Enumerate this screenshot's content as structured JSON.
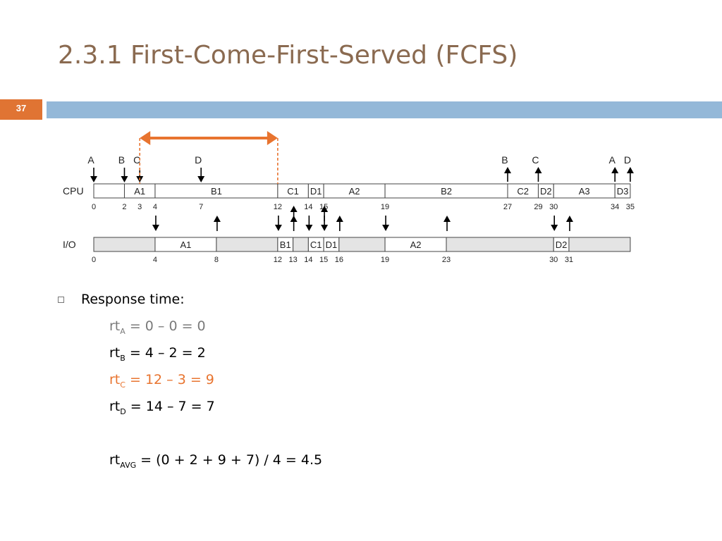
{
  "slide": {
    "title": "2.3.1 First-Come-First-Served (FCFS)",
    "page_number": "37"
  },
  "colors": {
    "accent": "#e07433",
    "bar": "#94b8d8",
    "title": "#8a6a50",
    "highlight": "#e8742f",
    "muted": "#7a7a7a",
    "io_fill": "#e4e4e4"
  },
  "diagram": {
    "cpu_label": "CPU",
    "io_label": "I/O",
    "cpu_segments": [
      {
        "label": "",
        "start": 0,
        "end": 2
      },
      {
        "label": "A1",
        "start": 2,
        "end": 4
      },
      {
        "label": "B1",
        "start": 4,
        "end": 12
      },
      {
        "label": "C1",
        "start": 12,
        "end": 14
      },
      {
        "label": "D1",
        "start": 14,
        "end": 15
      },
      {
        "label": "A2",
        "start": 15,
        "end": 19
      },
      {
        "label": "B2",
        "start": 19,
        "end": 27
      },
      {
        "label": "C2",
        "start": 27,
        "end": 29
      },
      {
        "label": "D2",
        "start": 29,
        "end": 30
      },
      {
        "label": "A3",
        "start": 30,
        "end": 34
      },
      {
        "label": "D3",
        "start": 34,
        "end": 35
      }
    ],
    "cpu_ticks": [
      "0",
      "2",
      "3",
      "4",
      "7",
      "12",
      "14",
      "15",
      "19",
      "27",
      "29",
      "30",
      "34",
      "35"
    ],
    "io_segments": [
      {
        "label": "",
        "start": 0,
        "end": 4
      },
      {
        "label": "A1",
        "start": 4,
        "end": 8
      },
      {
        "label": "",
        "start": 8,
        "end": 12
      },
      {
        "label": "B1",
        "start": 12,
        "end": 13
      },
      {
        "label": "",
        "start": 13,
        "end": 14
      },
      {
        "label": "C1",
        "start": 14,
        "end": 15
      },
      {
        "label": "D1",
        "start": 15,
        "end": 16
      },
      {
        "label": "",
        "start": 16,
        "end": 19
      },
      {
        "label": "A2",
        "start": 19,
        "end": 23
      },
      {
        "label": "",
        "start": 23,
        "end": 30
      },
      {
        "label": "D2",
        "start": 30,
        "end": 31
      },
      {
        "label": "",
        "start": 31,
        "end": 35
      }
    ],
    "io_ticks": [
      "0",
      "4",
      "8",
      "12",
      "13",
      "14",
      "15",
      "16",
      "19",
      "23",
      "30",
      "31"
    ],
    "arrivals": [
      {
        "label": "A",
        "t": 0
      },
      {
        "label": "B",
        "t": 2
      },
      {
        "label": "C",
        "t": 3
      },
      {
        "label": "D",
        "t": 7
      }
    ],
    "completions": [
      {
        "label": "B",
        "t": 27
      },
      {
        "label": "C",
        "t": 29
      },
      {
        "label": "A",
        "t": 34
      },
      {
        "label": "D",
        "t": 35
      }
    ],
    "cpu_to_io": [
      4,
      12,
      14,
      15,
      19,
      30
    ],
    "io_to_cpu": [
      8,
      13,
      16,
      23,
      31
    ],
    "cpu_bottom_up": [
      13,
      15
    ],
    "highlight_span": {
      "start": 3,
      "end": 12
    }
  },
  "response": {
    "heading": "Response time:",
    "lines": [
      {
        "pre": "rt",
        "sub": "A",
        "rest": " = 0 – 0 = 0",
        "style": "muted"
      },
      {
        "pre": "rt",
        "sub": "B",
        "rest": " = 4 – 2 = 2",
        "style": "normal"
      },
      {
        "pre": "rt",
        "sub": "C",
        "rest": " = 12 – 3 = 9",
        "style": "highlight"
      },
      {
        "pre": "rt",
        "sub": "D",
        "rest": " = 14 – 7 = 7",
        "style": "normal"
      }
    ],
    "avg": {
      "pre": "rt",
      "sub": "AVG",
      "rest": " = (0 + 2 + 9 + 7) / 4 = 4.5",
      "style": "normal"
    }
  }
}
